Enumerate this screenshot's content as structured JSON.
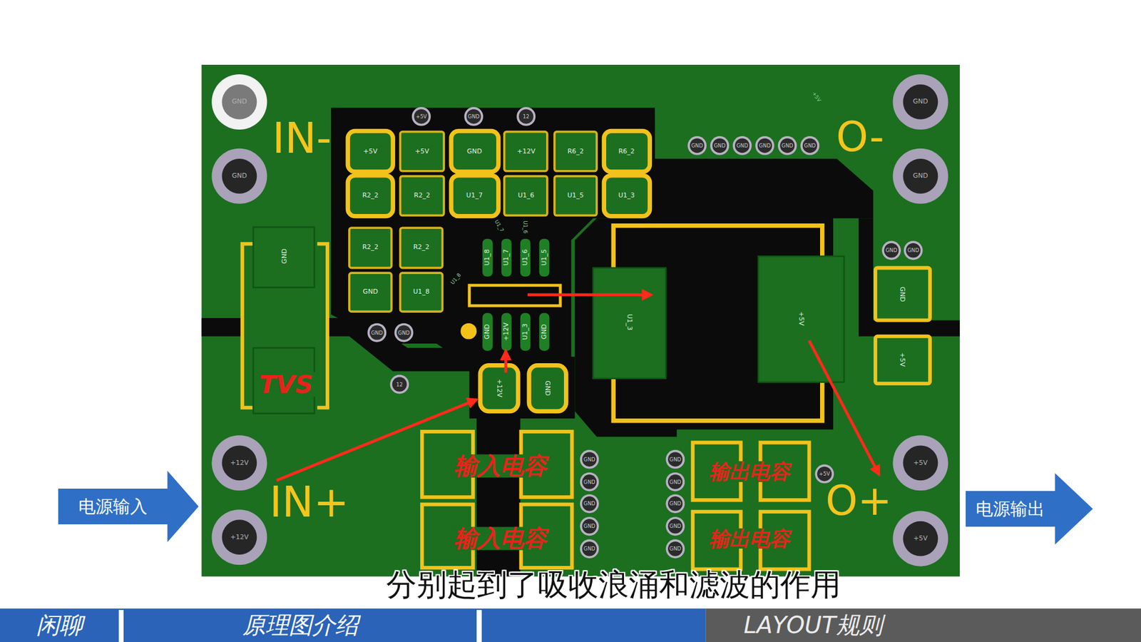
{
  "diagram": {
    "caption": "分别起到了吸收浪涌和滤波的作用",
    "nodes": [
      {
        "text": [
          "电源输入"
        ]
      },
      {
        "text": [
          "电源输出"
        ]
      },
      {
        "text": [
          "闲聊"
        ]
      },
      {
        "text": [
          "原理图介绍"
        ]
      },
      {
        "text": [
          "LAYOUT规则"
        ]
      }
    ],
    "labels": [
      "IN-",
      "IN+",
      "O-",
      "O+",
      "TVS",
      "输入电容",
      "输入电容",
      "输出电容",
      "输出电容",
      "GND",
      "GND",
      "+12V",
      "+12V",
      "GND",
      "GND",
      "+5V",
      "+5V",
      "+5V",
      "GND",
      "12",
      "+5V",
      "+5V",
      "GND",
      "+12V",
      "R6_2",
      "R6_2",
      "R2_2",
      "R2_2",
      "U1_7",
      "U1_6",
      "U1_5",
      "U1_3",
      "R2_2",
      "R2_2",
      "GND",
      "U1_8",
      "U1_8",
      "U1_7",
      "U1_6",
      "U1_5",
      "GND",
      "+12V",
      "U1_3",
      "GND",
      "GND",
      "GND",
      "12",
      "+12V",
      "GND",
      "GND",
      "U1_3",
      "+5V",
      "GND",
      "GND",
      "GND",
      "GND",
      "GND",
      "GND",
      "GND",
      "GND",
      "GND",
      "+5V",
      "GND",
      "GND",
      "GND",
      "GND",
      "GND",
      "GND",
      "GND",
      "GND",
      "GND",
      "GND",
      "+5V",
      "+5V",
      "U1_7",
      "U1_6",
      "U1_8"
    ]
  }
}
